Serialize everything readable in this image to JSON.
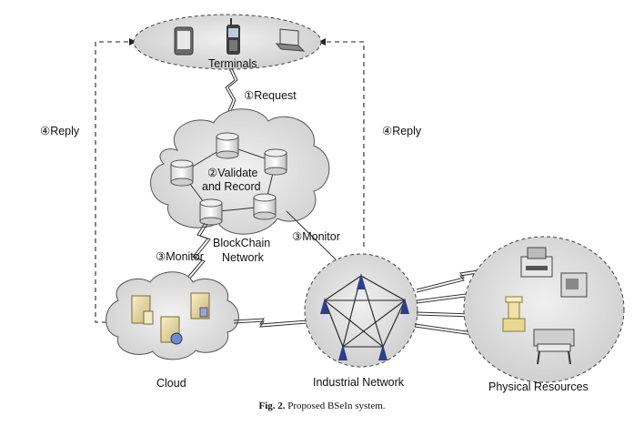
{
  "labels": {
    "terminals": "Terminals",
    "request": "①Request",
    "reply_left": "④Reply",
    "reply_right": "④Reply",
    "validate_line1": "②Validate",
    "validate_line2": "and Record",
    "blockchain_line1": "BlockChain",
    "blockchain_line2": "Network",
    "monitor_left": "③Monitor",
    "monitor_right": "③Monitor",
    "cloud": "Cloud",
    "industrial_network": "Industrial Network",
    "physical_resources": "Physical Resources"
  },
  "caption": {
    "prefix": "Fig. 2.",
    "text": "Proposed BSeIn system."
  }
}
